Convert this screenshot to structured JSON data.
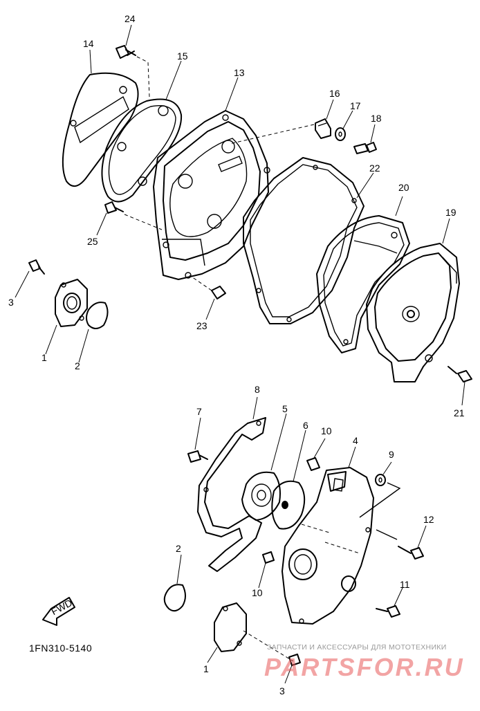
{
  "callouts": {
    "c24": "24",
    "c14": "14",
    "c15": "15",
    "c13": "13",
    "c16": "16",
    "c17": "17",
    "c18": "18",
    "c22": "22",
    "c20": "20",
    "c19": "19",
    "c25": "25",
    "c3a": "3",
    "c1a": "1",
    "c2a": "2",
    "c23": "23",
    "c21": "21",
    "c8": "8",
    "c7": "7",
    "c5": "5",
    "c6": "6",
    "c10a": "10",
    "c4": "4",
    "c9": "9",
    "c12": "12",
    "c2b": "2",
    "c10b": "10",
    "c11": "11",
    "c1b": "1",
    "c3b": "3"
  },
  "fwd_label": "FWD",
  "document_code": "1FN310-5140",
  "watermark": {
    "caption": "ЗАПЧАСТИ И АКСЕССУАРЫ ДЛЯ МОТОТЕХНИКИ",
    "logo": "PARTSFOR.RU"
  },
  "colors": {
    "line": "#000000",
    "background": "#ffffff",
    "watermark": "#e85a5a"
  }
}
